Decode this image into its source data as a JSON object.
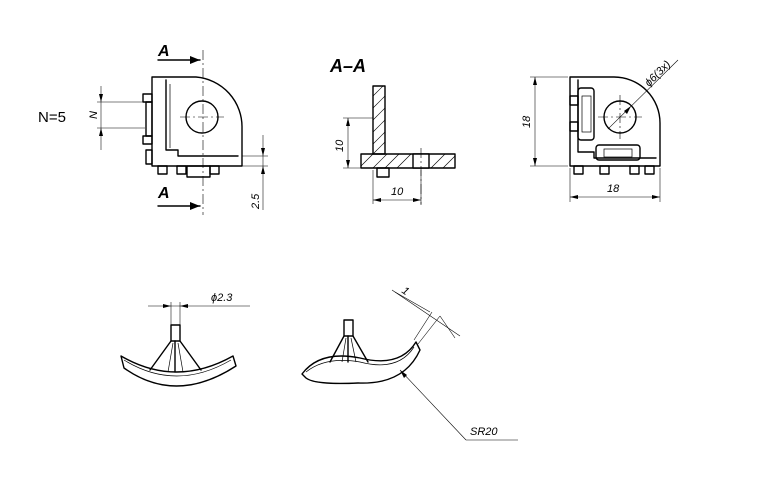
{
  "drawing": {
    "count_label": "N=5",
    "section_mark_top": "A",
    "section_mark_bottom": "A",
    "section_title": "A–A",
    "dimensions": {
      "side_n": "N",
      "side_2_5": "2.5",
      "section_10_vertical": "10",
      "section_10_horizontal": "10",
      "front_18_vertical": "18",
      "front_18_horizontal": "18",
      "front_hole": "ϕ6(3x)",
      "pin_diameter": "ϕ2.3",
      "angle_1": "1",
      "sphere_radius": "SR20"
    }
  }
}
